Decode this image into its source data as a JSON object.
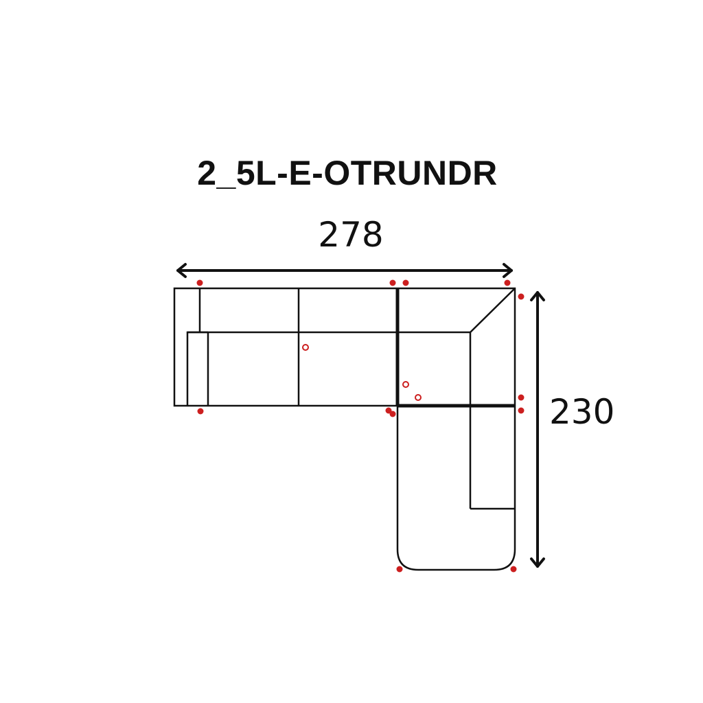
{
  "diagram": {
    "title": "2_5L-E-OTRUNDR",
    "width_label": "278",
    "depth_label": "230",
    "line_color": "#111111",
    "marker_color": "#cc1f1f"
  }
}
